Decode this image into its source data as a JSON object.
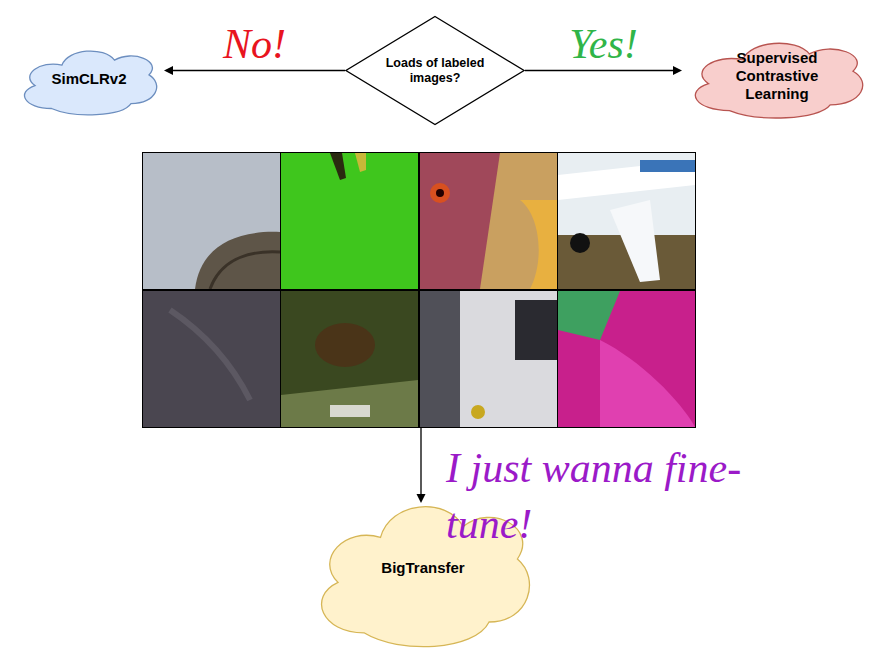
{
  "diagram": {
    "nodes": [
      {
        "text": [
          "SimCLRv2"
        ]
      },
      {
        "text": [
          "Loads of labeled images?"
        ]
      },
      {
        "text": [
          "Supervised Contrastive Learning"
        ]
      },
      {
        "text": [
          "BigTransfer"
        ]
      }
    ],
    "edges": [
      {
        "from": 1,
        "to": 0,
        "label": "No!",
        "arrow": "to"
      },
      {
        "from": 1,
        "to": 2,
        "label": "Yes!",
        "arrow": "to"
      }
    ],
    "labels": [
      "I just wanna fine-tune!"
    ]
  }
}
